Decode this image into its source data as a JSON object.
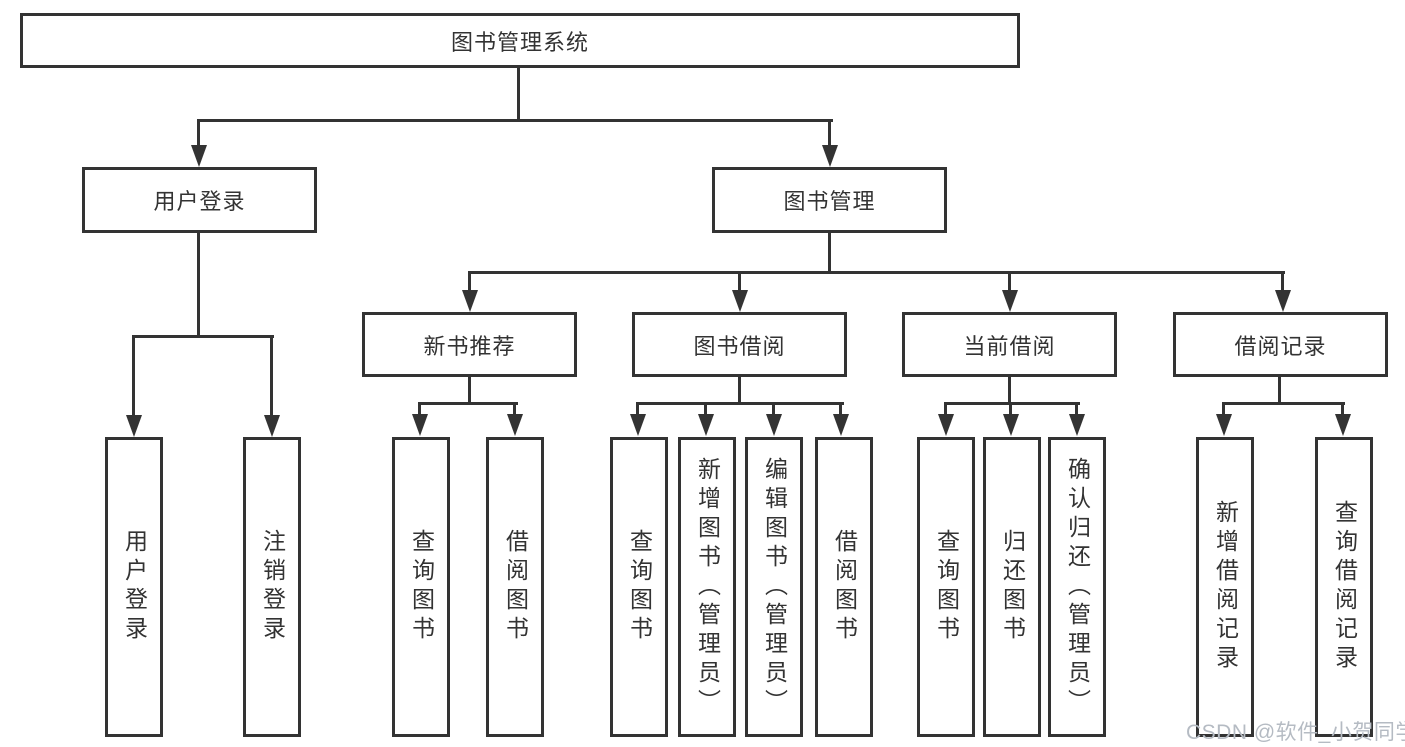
{
  "diagram": {
    "title": "图书管理系统",
    "level2": [
      {
        "label": "用户登录"
      },
      {
        "label": "图书管理"
      }
    ],
    "level3": [
      {
        "label": "新书推荐",
        "parent": "图书管理"
      },
      {
        "label": "图书借阅",
        "parent": "图书管理"
      },
      {
        "label": "当前借阅",
        "parent": "图书管理"
      },
      {
        "label": "借阅记录",
        "parent": "图书管理"
      }
    ],
    "leaves": [
      {
        "label": "用户登录",
        "parent": "用户登录"
      },
      {
        "label": "注销登录",
        "parent": "用户登录"
      },
      {
        "label": "查询图书",
        "parent": "新书推荐"
      },
      {
        "label": "借阅图书",
        "parent": "新书推荐"
      },
      {
        "label": "查询图书",
        "parent": "图书借阅"
      },
      {
        "label": "新增图书（管理员）",
        "parent": "图书借阅"
      },
      {
        "label": "编辑图书（管理员）",
        "parent": "图书借阅"
      },
      {
        "label": "借阅图书",
        "parent": "图书借阅"
      },
      {
        "label": "查询图书",
        "parent": "当前借阅"
      },
      {
        "label": "归还图书",
        "parent": "当前借阅"
      },
      {
        "label": "确认归还（管理员）",
        "parent": "当前借阅"
      },
      {
        "label": "新增借阅记录",
        "parent": "借阅记录"
      },
      {
        "label": "查询借阅记录",
        "parent": "借阅记录"
      }
    ]
  },
  "watermark": "CSDN @软件_小贺同学",
  "colors": {
    "line": "#333333",
    "text": "#333333",
    "watermark": "#b5bbc3",
    "background": "#ffffff"
  }
}
